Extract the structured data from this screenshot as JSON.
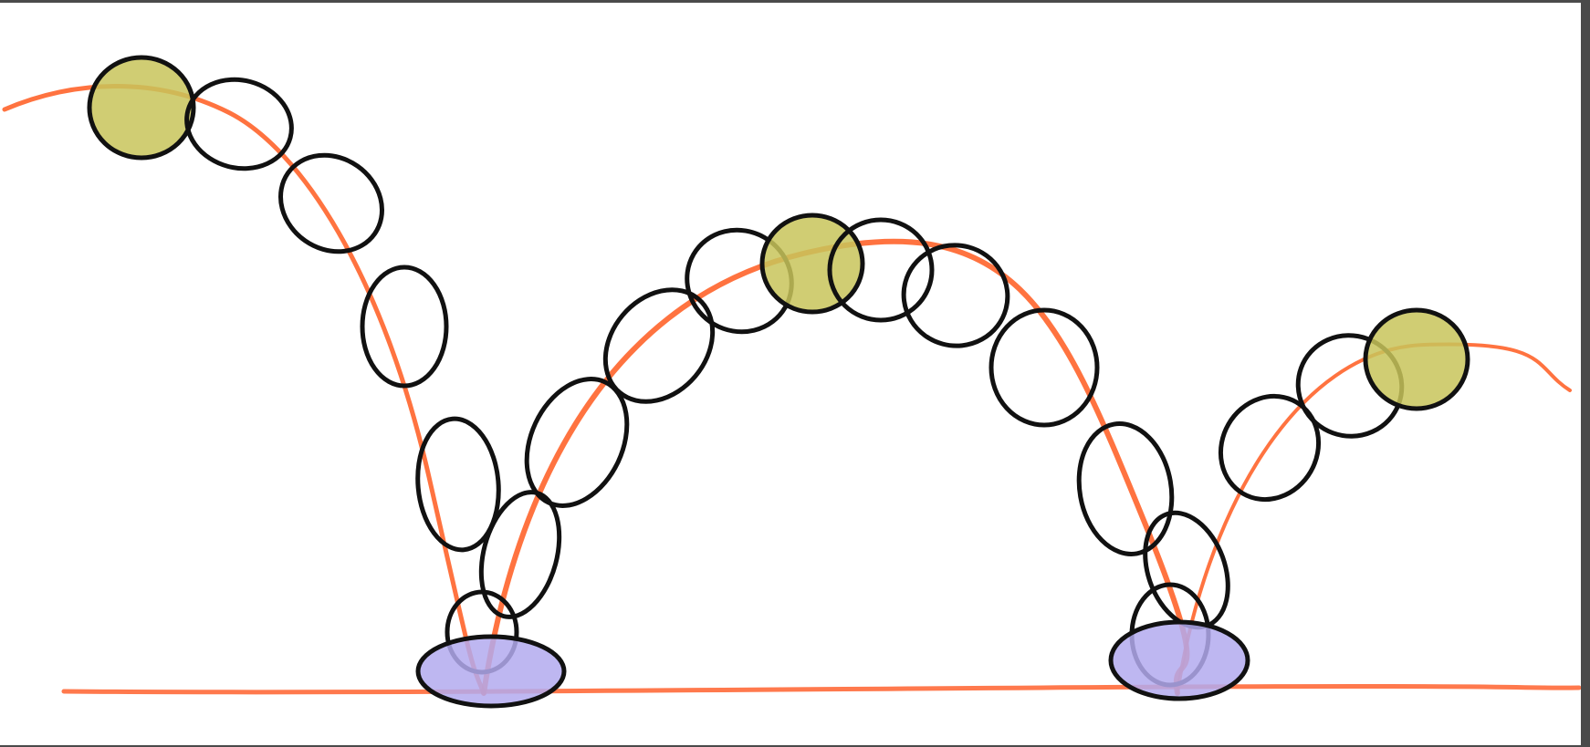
{
  "diagram": {
    "colors": {
      "background": "#ffffff",
      "frame": "#4a4a4a",
      "path": "#ff5a1f",
      "ground": "#ff6a3a",
      "outline": "#111111",
      "key_ball_fill": "#c8c45a",
      "squash_fill": "#b3aaee"
    },
    "elements": {
      "trajectory": "bounce-arc",
      "ground": "ground-line",
      "key_ball": "key-pose-ball",
      "inbetween_ball": "inbetween-ball",
      "contact_ball": "squash-contact-ball"
    }
  }
}
